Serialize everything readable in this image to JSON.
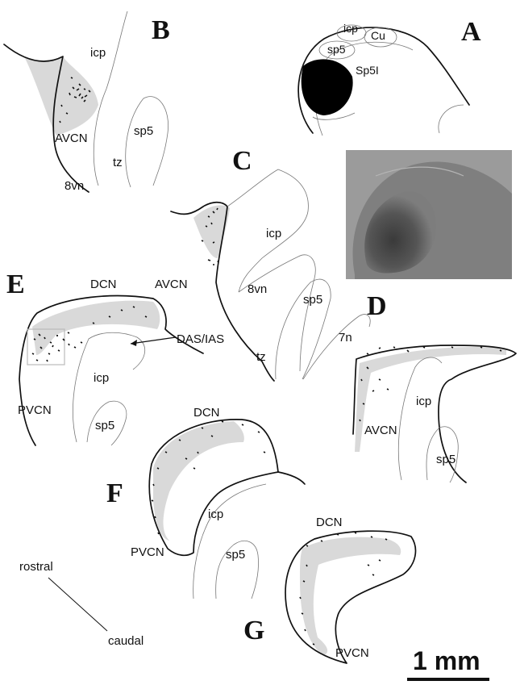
{
  "panels": {
    "A": "A",
    "B": "B",
    "C": "C",
    "D": "D",
    "E": "E",
    "F": "F",
    "G": "G"
  },
  "labels": {
    "A": {
      "icp": "icp",
      "cu": "Cu",
      "sp5": "sp5",
      "sp5i": "Sp5I"
    },
    "B": {
      "icp": "icp",
      "avcn": "AVCN",
      "sp5": "sp5",
      "tz": "tz",
      "vn8": "8vn"
    },
    "C": {
      "icp": "icp",
      "avcn": "AVCN",
      "vn8": "8vn",
      "sp5": "sp5",
      "tz": "tz",
      "n7": "7n"
    },
    "D": {
      "icp": "icp",
      "avcn": "AVCN",
      "sp5": "sp5"
    },
    "E": {
      "dcn": "DCN",
      "das_ias": "DAS/IAS",
      "icp": "icp",
      "pvcn": "PVCN",
      "sp5": "sp5"
    },
    "F": {
      "dcn": "DCN",
      "icp": "icp",
      "pvcn": "PVCN",
      "sp5": "sp5"
    },
    "G": {
      "dcn": "DCN",
      "pvcn": "PVCN"
    }
  },
  "orientation": {
    "rostral": "rostral",
    "caudal": "caudal"
  },
  "scale_bar": {
    "label": "1 mm"
  },
  "colors": {
    "ink": "#111111",
    "shading": "#d9d9d9",
    "thin_outline": "#777777"
  }
}
